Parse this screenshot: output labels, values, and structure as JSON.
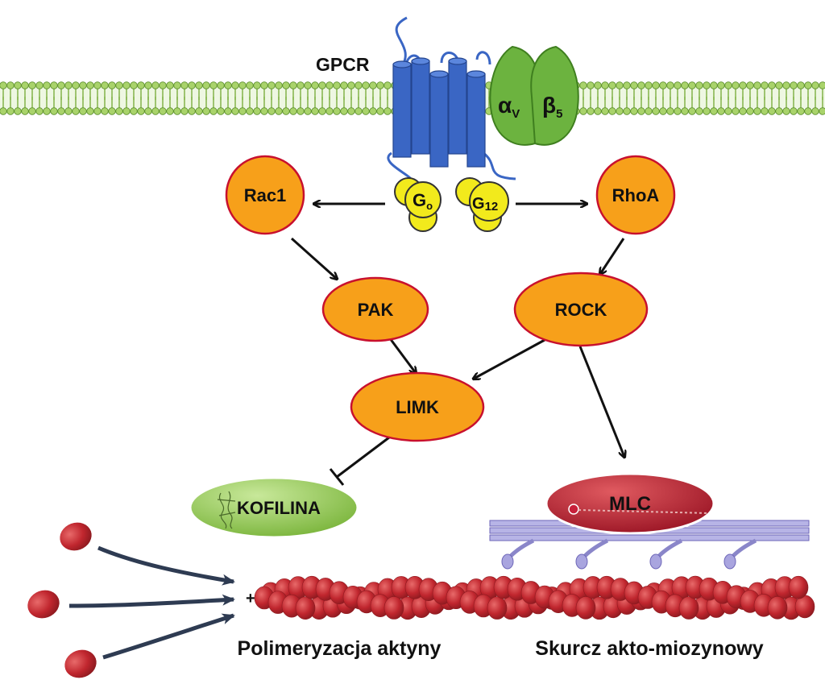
{
  "labels": {
    "gpcr": "GPCR",
    "alpha": "α",
    "alpha_sub": "V",
    "beta": "β",
    "beta_sub": "5",
    "go": "G",
    "go_sub": "o",
    "g12": "G",
    "g12_sub": "12",
    "rac1": "Rac1",
    "rhoa": "RhoA",
    "pak": "PAK",
    "rock": "ROCK",
    "limk": "LIMK",
    "kofilina": "KOFILINA",
    "mlc": "MLC",
    "plus": "+",
    "polimeryzacja": "Polimeryzacja aktyny",
    "skurcz": "Skurcz akto-miozynowy"
  },
  "colors": {
    "membrane_head": "#a9d36b",
    "membrane_tail": "#7cae3f",
    "gpcr": "#3a66c4",
    "integrin": "#6cb33f",
    "g_protein": "#f2ea1c",
    "kinase_fill": "#f7a01a",
    "kinase_stroke": "#c8102e",
    "kofilina": "#8cc63f",
    "mlc": "#b11a2a",
    "actin": "#c0262e",
    "myosin": "#9b9bd6",
    "arrow": "#111111",
    "actin_arrow": "#2e3b52"
  },
  "icons": [
    "membrane",
    "gpcr-receptor",
    "integrin-dimer",
    "g-protein",
    "actin-monomer",
    "actin-filament",
    "myosin-filament"
  ]
}
